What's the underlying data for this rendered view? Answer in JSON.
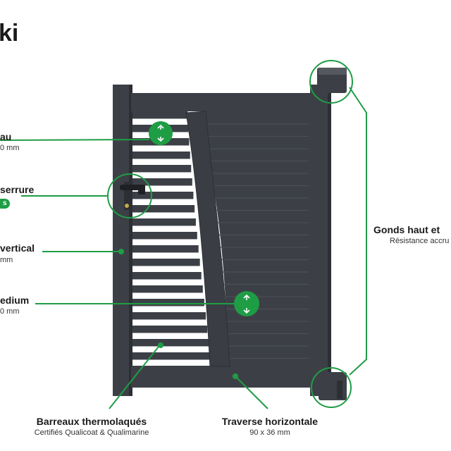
{
  "title": "ki",
  "colors": {
    "green": "#1f9d45",
    "gate": "#3c4046",
    "gate_dark": "#2c2f33",
    "panel_line": "#4a4e55"
  },
  "callouts": {
    "left_1": {
      "title": "au",
      "sub": "0 mm"
    },
    "left_2": {
      "title": "serrure",
      "badge": "s"
    },
    "left_3": {
      "title": "vertical",
      "sub": "mm"
    },
    "left_4": {
      "title": "edium",
      "sub": "0 mm"
    },
    "bottom_left": {
      "title": "Barreaux thermolaqués",
      "sub": "Certifiés Qualicoat & Qualimarine"
    },
    "bottom_center": {
      "title": "Traverse horizontale",
      "sub": "90 x 36 mm"
    },
    "right": {
      "title": "Gonds haut et",
      "sub": "Résistance accru"
    }
  }
}
